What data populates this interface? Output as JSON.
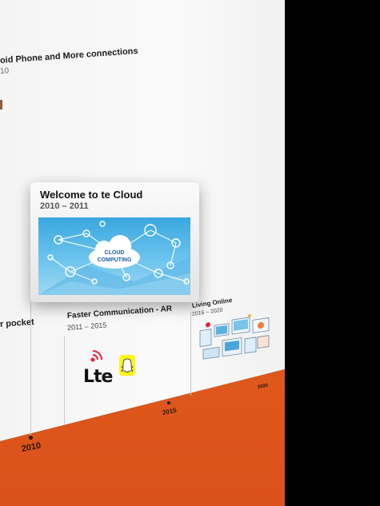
{
  "timeline": {
    "top_event": {
      "title": "oid Phone and More connections",
      "years": "10"
    },
    "left_event": {
      "title": "r pocket"
    },
    "featured_card": {
      "title": "Welcome to te Cloud",
      "years": "2010 – 2011",
      "image_label": "CLOUD COMPUTING"
    },
    "event_ar": {
      "title": "Faster Communication - AR",
      "years": "2011 – 2015",
      "logo_text": "Lte"
    },
    "event_online": {
      "title": "Living Online",
      "years": "2016 – 2020"
    },
    "axis_years": [
      "2010",
      "2015",
      "2020"
    ]
  },
  "colors": {
    "floor": "#e15a1d",
    "wall": "#f4f4f4",
    "card_art": "#3aa7e0",
    "snap": "#fff51a",
    "lte_signal": "#e0213b"
  }
}
